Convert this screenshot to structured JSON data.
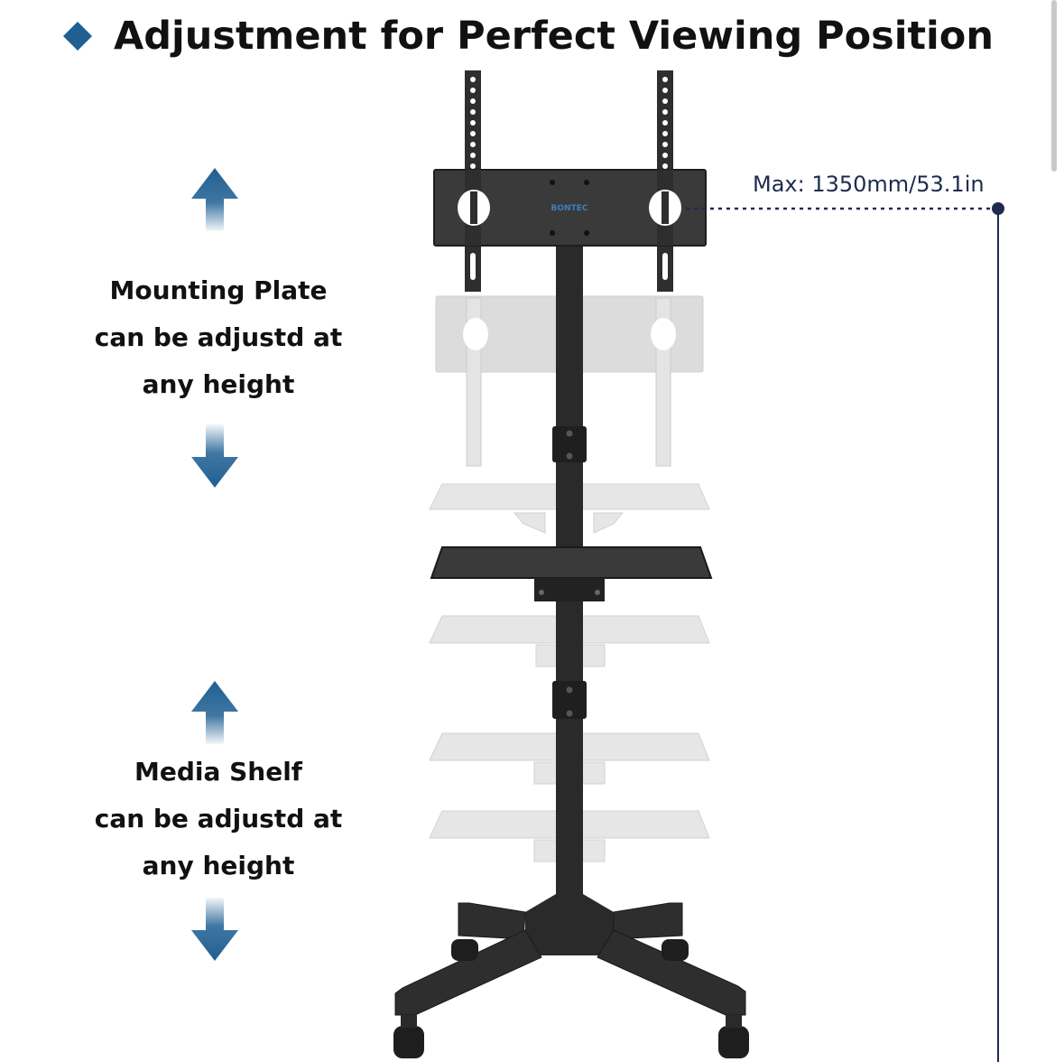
{
  "header": {
    "title": "Adjustment for Perfect Viewing Position",
    "bullet_icon": "diamond-icon",
    "accent_color": "#1f5f92"
  },
  "captions": {
    "mounting_plate": [
      "Mounting Plate",
      "can be adjustd at",
      "any height"
    ],
    "media_shelf": [
      "Media Shelf",
      "can be adjustd at",
      "any height"
    ]
  },
  "dimension": {
    "label": "Max: 1350mm/53.1in",
    "line_color": "#1d2b4f"
  },
  "product": {
    "brand": "BONTEC",
    "stand_color": "#2a2a2a",
    "ghost_color": "#d9d9d9"
  },
  "icons": {
    "up": "arrow-up-icon",
    "down": "arrow-down-icon"
  }
}
